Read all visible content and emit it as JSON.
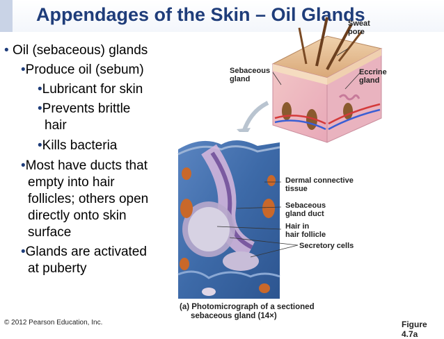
{
  "slide": {
    "title": "Appendages of the Skin – Oil Glands",
    "bullets": [
      "Oil (sebaceous) glands",
      "Produce oil (sebum)",
      "Lubricant for skin",
      "Prevents brittle",
      "hair",
      "Kills bacteria",
      "Most have ducts that",
      "empty into hair",
      "follicles; others open",
      "directly onto skin",
      "surface",
      "Glands are activated",
      "at puberty"
    ],
    "bullet_glyph": "•"
  },
  "diagram": {
    "labels": {
      "sweat_pore": [
        "Sweat",
        "pore"
      ],
      "sebaceous_gland": [
        "Sebaceous",
        "gland"
      ],
      "eccrine_gland": [
        "Eccrine",
        "gland"
      ],
      "dermal_tissue": [
        "Dermal connective",
        "tissue"
      ],
      "gland_duct": [
        "Sebaceous",
        "gland duct"
      ],
      "hair_follicle": [
        "Hair in",
        "hair follicle"
      ],
      "secretory_cells": "Secretory cells"
    },
    "caption": [
      "(a) Photomicrograph of a sectioned",
      "sebaceous gland (14×)"
    ]
  },
  "footer": {
    "copyright": "© 2012 Pearson Education, Inc.",
    "figure": "Figure 4.7a"
  },
  "colors": {
    "title": "#1f3d7a",
    "micrograph_bg": "#3d6aa8",
    "tissue_pink": "#c9a6c9",
    "skin_tan": "#e8c9a0"
  }
}
